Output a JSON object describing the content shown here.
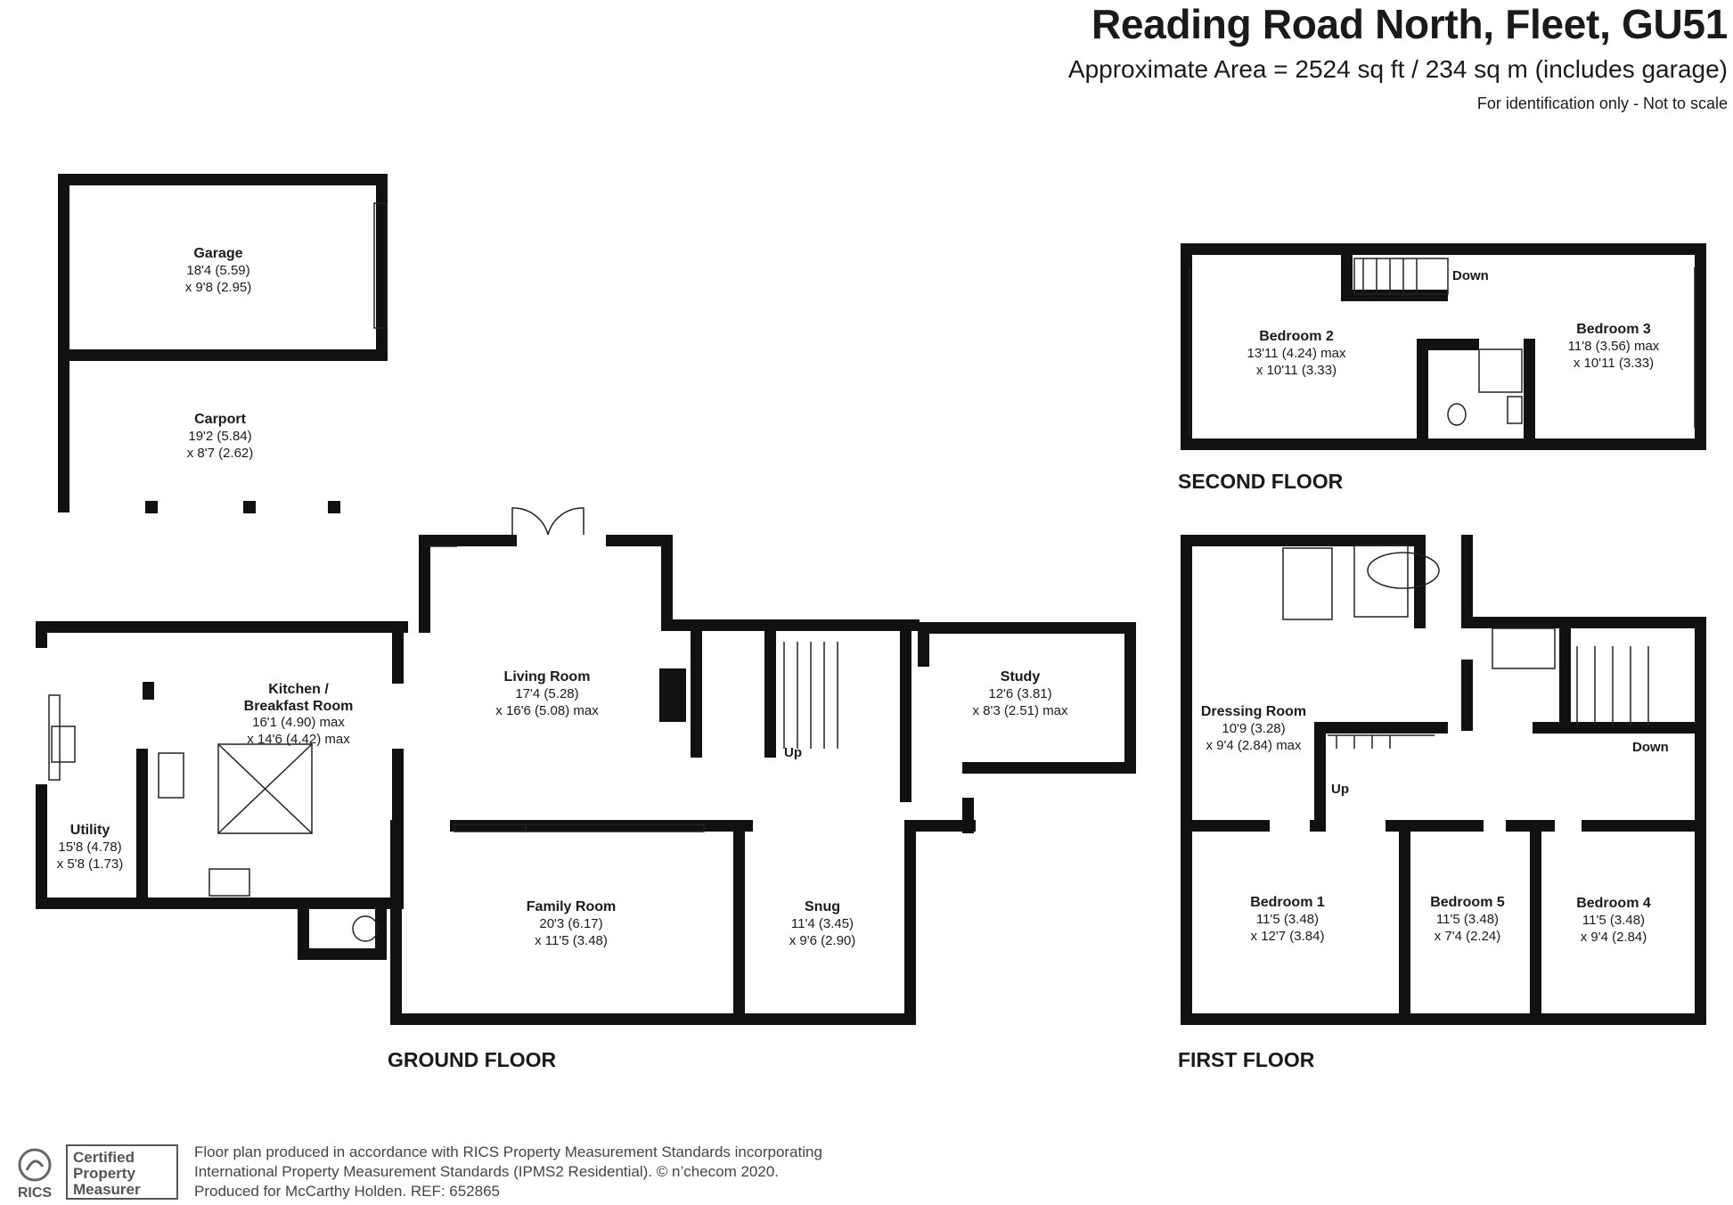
{
  "header": {
    "title": "Reading Road North, Fleet, GU51",
    "subtitle": "Approximate Area = 2524 sq ft / 234 sq m (includes garage)",
    "note": "For identification only - Not to scale"
  },
  "floors": {
    "ground": "GROUND FLOOR",
    "first": "FIRST FLOOR",
    "second": "SECOND FLOOR"
  },
  "rooms": {
    "garage": {
      "name": "Garage",
      "dim1": "18'4 (5.59)",
      "dim2": "x 9'8 (2.95)"
    },
    "carport": {
      "name": "Carport",
      "dim1": "19'2 (5.84)",
      "dim2": "x 8'7 (2.62)"
    },
    "kitchen": {
      "name1": "Kitchen /",
      "name2": "Breakfast Room",
      "dim1": "16'1 (4.90) max",
      "dim2": "x 14'6 (4.42) max"
    },
    "utility": {
      "name": "Utility",
      "dim1": "15'8 (4.78)",
      "dim2": "x 5'8 (1.73)"
    },
    "living": {
      "name": "Living Room",
      "dim1": "17'4 (5.28)",
      "dim2": "x 16'6 (5.08) max"
    },
    "family": {
      "name": "Family Room",
      "dim1": "20'3 (6.17)",
      "dim2": "x 11'5 (3.48)"
    },
    "snug": {
      "name": "Snug",
      "dim1": "11'4 (3.45)",
      "dim2": "x 9'6 (2.90)"
    },
    "study": {
      "name": "Study",
      "dim1": "12'6 (3.81)",
      "dim2": "x 8'3 (2.51) max"
    },
    "bedroom2": {
      "name": "Bedroom 2",
      "dim1": "13'11 (4.24) max",
      "dim2": "x 10'11 (3.33)"
    },
    "bedroom3": {
      "name": "Bedroom 3",
      "dim1": "11'8 (3.56) max",
      "dim2": "x 10'11 (3.33)"
    },
    "dressing": {
      "name": "Dressing Room",
      "dim1": "10'9 (3.28)",
      "dim2": "x 9'4 (2.84) max"
    },
    "bedroom1": {
      "name": "Bedroom 1",
      "dim1": "11'5 (3.48)",
      "dim2": "x 12'7 (3.84)"
    },
    "bedroom5": {
      "name": "Bedroom 5",
      "dim1": "11'5 (3.48)",
      "dim2": "x 7'4 (2.24)"
    },
    "bedroom4": {
      "name": "Bedroom 4",
      "dim1": "11'5 (3.48)",
      "dim2": "x 9'4 (2.84)"
    }
  },
  "stairs": {
    "ground_up": "Up",
    "first_up": "Up",
    "first_down": "Down",
    "second_down": "Down"
  },
  "footer": {
    "line1": "Floor plan produced in accordance with RICS Property Measurement Standards incorporating",
    "line2": "International Property Measurement Standards (IPMS2 Residential).  © n’checom 2020.",
    "line3": "Produced for McCarthy Holden.   REF:  652865",
    "logo_text": "RICS",
    "cert_line1": "Certified",
    "cert_line2": "Property",
    "cert_line3": "Measurer"
  },
  "colors": {
    "wall": "#111111",
    "text": "#1a1a1a",
    "footer_text": "#444444"
  }
}
